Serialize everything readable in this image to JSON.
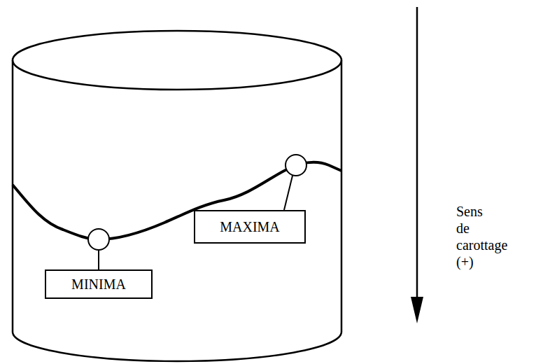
{
  "diagram": {
    "nodes": [
      {
        "text": [
          "MAXIMA"
        ]
      },
      {
        "text": [
          "MINIMA"
        ]
      }
    ],
    "labels": [
      "Sens de carottage (+)"
    ]
  }
}
